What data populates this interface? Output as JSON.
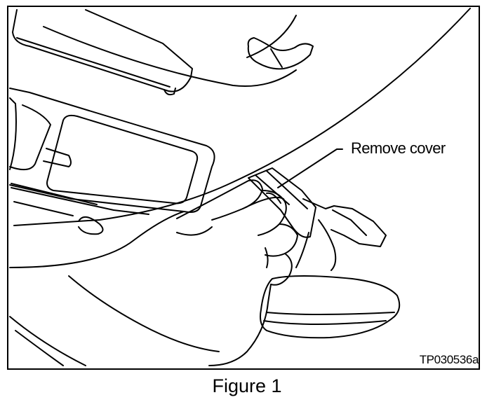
{
  "figure": {
    "callout_label": "Remove cover",
    "code": "TP030536a",
    "caption": "Figure 1"
  }
}
